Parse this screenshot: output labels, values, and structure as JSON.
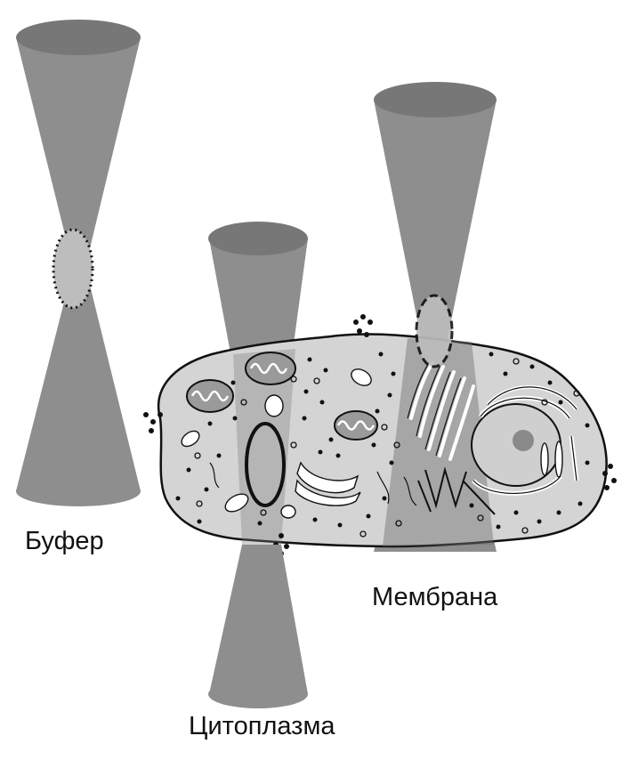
{
  "labels": {
    "buffer": "Буфер",
    "cytoplasm": "Цитоплазма",
    "membrane": "Мембрана"
  },
  "colors": {
    "cone": "#8e8e8e",
    "cone_top": "#777777",
    "cell_fill": "#d4d4d4",
    "focal_volume": "#bdbdbd",
    "organelle_fill": "#9a9a9a",
    "outline": "#111111"
  }
}
